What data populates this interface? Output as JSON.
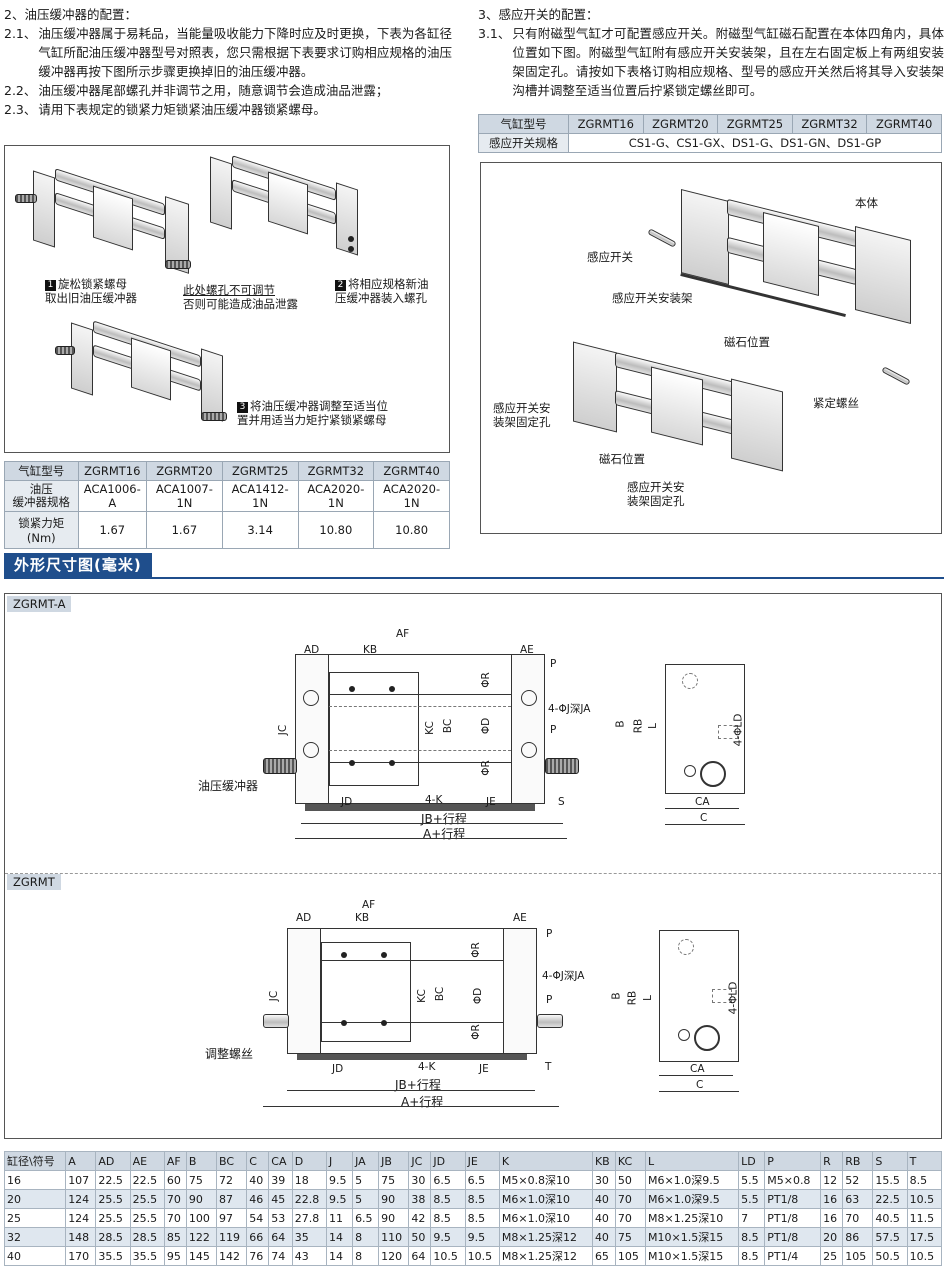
{
  "left": {
    "title": "2、油压缓冲器的配置：",
    "paras": [
      {
        "num": "2.1、",
        "text": "油压缓冲器属于易耗品，当能量吸收能力下降时应及时更换，下表为各缸径气缸所配油压缓冲器型号对照表，您只需根据下表要求订购相应规格的油压缓冲器再按下图所示步骤更换掉旧的油压缓冲器。"
      },
      {
        "num": "2.2、",
        "text": "油压缓冲器尾部螺孔并非调节之用，随意调节会造成油品泄露；"
      },
      {
        "num": "2.3、",
        "text": "请用下表规定的锁紧力矩锁紧油压缓冲器锁紧螺母。"
      }
    ],
    "steps": {
      "s1_num": "1",
      "s1_line1": "旋松锁紧螺母",
      "s1_line2": "取出旧油压缓冲器",
      "note_line1": "此处螺孔不可调节",
      "note_line2": "否则可能造成油品泄露",
      "s2_num": "2",
      "s2_line1": "将相应规格新油",
      "s2_line2": "压缓冲器装入螺孔",
      "s3_num": "3",
      "s3_line1": "将油压缓冲器调整至适当位",
      "s3_line2": "置并用适当力矩拧紧锁紧螺母"
    },
    "table": {
      "header": [
        "气缸型号",
        "ZGRMT16",
        "ZGRMT20",
        "ZGRMT25",
        "ZGRMT32",
        "ZGRMT40"
      ],
      "row1_label_a": "油压",
      "row1_label_b": "缓冲器规格",
      "row1": [
        "ACA1006-A",
        "ACA1007-1N",
        "ACA1412-1N",
        "ACA2020-1N",
        "ACA2020-1N"
      ],
      "row2_label": "锁紧力矩(Nm)",
      "row2": [
        "1.67",
        "1.67",
        "3.14",
        "10.80",
        "10.80"
      ]
    }
  },
  "right": {
    "title": "3、感应开关的配置：",
    "para": {
      "num": "3.1、",
      "text": "只有附磁型气缸才可配置感应开关。附磁型气缸磁石配置在本体四角内，具体位置如下图。附磁型气缸附有感应开关安装架，且在左右固定板上有两组安装架固定孔。请按如下表格订购相应规格、型号的感应开关然后将其导入安装架沟槽并调整至适当位置后拧紧锁定螺丝即可。"
    },
    "table": {
      "header": [
        "气缸型号",
        "ZGRMT16",
        "ZGRMT20",
        "ZGRMT25",
        "ZGRMT32",
        "ZGRMT40"
      ],
      "row_label": "感应开关规格",
      "row_value": "CS1-G、CS1-GX、DS1-G、DS1-GN、DS1-GP"
    },
    "labels": {
      "body": "本体",
      "switch": "感应开关",
      "bracket": "感应开关安装架",
      "magnet1": "磁石位置",
      "fix1_a": "感应开关安",
      "fix1_b": "装架固定孔",
      "screw": "紧定螺丝",
      "magnet2": "磁石位置",
      "fix2_a": "感应开关安",
      "fix2_b": "装架固定孔"
    }
  },
  "section": {
    "banner": "外形尺寸图(毫米)"
  },
  "drawing_a": {
    "tag": "ZGRMT-A",
    "labels": {
      "AF": "AF",
      "AD": "AD",
      "KB": "KB",
      "AE": "AE",
      "P1": "P",
      "P2": "P",
      "R1": "ΦR",
      "R2": "ΦR",
      "D": "ΦD",
      "KC": "KC",
      "BC": "BC",
      "JC": "JC",
      "J": "4-ΦJ深JA",
      "K": "4-K",
      "JD": "JD",
      "JE": "JE",
      "S": "S",
      "JB": "JB+行程",
      "A": "A+行程",
      "shock": "油压缓冲器",
      "B": "B",
      "RB": "RB",
      "L": "L",
      "LD": "4-ΦLD",
      "CA": "CA",
      "C": "C"
    }
  },
  "drawing_b": {
    "tag": "ZGRMT",
    "labels": {
      "AF": "AF",
      "AD": "AD",
      "KB": "KB",
      "AE": "AE",
      "P1": "P",
      "P2": "P",
      "R1": "ΦR",
      "R2": "ΦR",
      "D": "ΦD",
      "KC": "KC",
      "BC": "BC",
      "JC": "JC",
      "J": "4-ΦJ深JA",
      "K": "4-K",
      "JD": "JD",
      "JE": "JE",
      "T": "T",
      "JB": "JB+行程",
      "A": "A+行程",
      "screw": "调整螺丝",
      "B": "B",
      "RB": "RB",
      "L": "L",
      "LD": "4-ΦLD",
      "CA": "CA",
      "C": "C"
    }
  },
  "dim_table": {
    "header": [
      "缸径\\符号",
      "A",
      "AD",
      "AE",
      "AF",
      "B",
      "BC",
      "C",
      "CA",
      "D",
      "J",
      "JA",
      "JB",
      "JC",
      "JD",
      "JE",
      "K",
      "KB",
      "KC",
      "L",
      "LD",
      "P",
      "R",
      "RB",
      "S",
      "T"
    ],
    "rows": [
      [
        "16",
        "107",
        "22.5",
        "22.5",
        "60",
        "75",
        "72",
        "40",
        "39",
        "18",
        "9.5",
        "5",
        "75",
        "30",
        "6.5",
        "6.5",
        "M5×0.8深10",
        "30",
        "50",
        "M6×1.0深9.5",
        "5.5",
        "M5×0.8",
        "12",
        "52",
        "15.5",
        "8.5"
      ],
      [
        "20",
        "124",
        "25.5",
        "25.5",
        "70",
        "90",
        "87",
        "46",
        "45",
        "22.8",
        "9.5",
        "5",
        "90",
        "38",
        "8.5",
        "8.5",
        "M6×1.0深10",
        "40",
        "70",
        "M6×1.0深9.5",
        "5.5",
        "PT1/8",
        "16",
        "63",
        "22.5",
        "10.5"
      ],
      [
        "25",
        "124",
        "25.5",
        "25.5",
        "70",
        "100",
        "97",
        "54",
        "53",
        "27.8",
        "11",
        "6.5",
        "90",
        "42",
        "8.5",
        "8.5",
        "M6×1.0深10",
        "40",
        "70",
        "M8×1.25深10",
        "7",
        "PT1/8",
        "16",
        "70",
        "40.5",
        "11.5"
      ],
      [
        "32",
        "148",
        "28.5",
        "28.5",
        "85",
        "122",
        "119",
        "66",
        "64",
        "35",
        "14",
        "8",
        "110",
        "50",
        "9.5",
        "9.5",
        "M8×1.25深12",
        "40",
        "75",
        "M10×1.5深15",
        "8.5",
        "PT1/8",
        "20",
        "86",
        "57.5",
        "17.5"
      ],
      [
        "40",
        "170",
        "35.5",
        "35.5",
        "95",
        "145",
        "142",
        "76",
        "74",
        "43",
        "14",
        "8",
        "120",
        "64",
        "10.5",
        "10.5",
        "M8×1.25深12",
        "65",
        "105",
        "M10×1.5深15",
        "8.5",
        "PT1/4",
        "25",
        "105",
        "50.5",
        "10.5"
      ]
    ]
  }
}
